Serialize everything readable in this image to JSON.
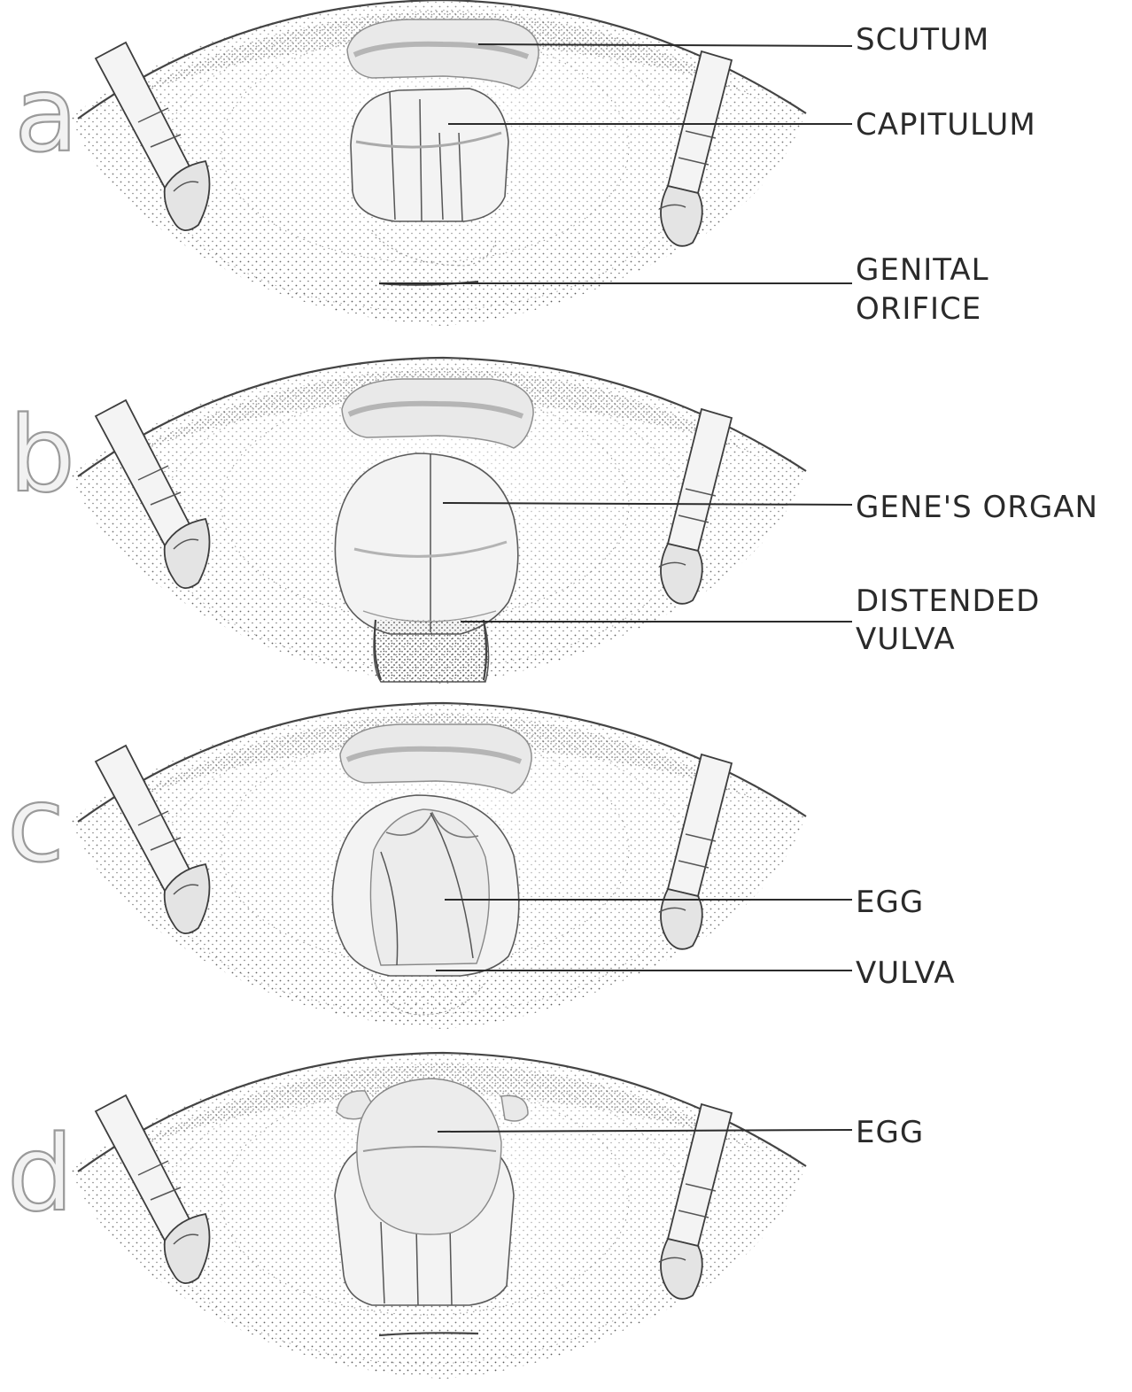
{
  "panels": [
    {
      "letter": "a",
      "labels": [
        [
          "SCUTUM"
        ],
        [
          "CAPITULUM"
        ],
        [
          "GENITAL",
          "ORIFICE"
        ]
      ]
    },
    {
      "letter": "b",
      "labels": [
        [
          "GENE'S ORGAN"
        ],
        [
          "DISTENDED",
          "VULVA"
        ]
      ]
    },
    {
      "letter": "c",
      "labels": [
        [
          "EGG"
        ],
        [
          "VULVA"
        ]
      ]
    },
    {
      "letter": "d",
      "labels": [
        [
          "EGG"
        ]
      ]
    }
  ]
}
